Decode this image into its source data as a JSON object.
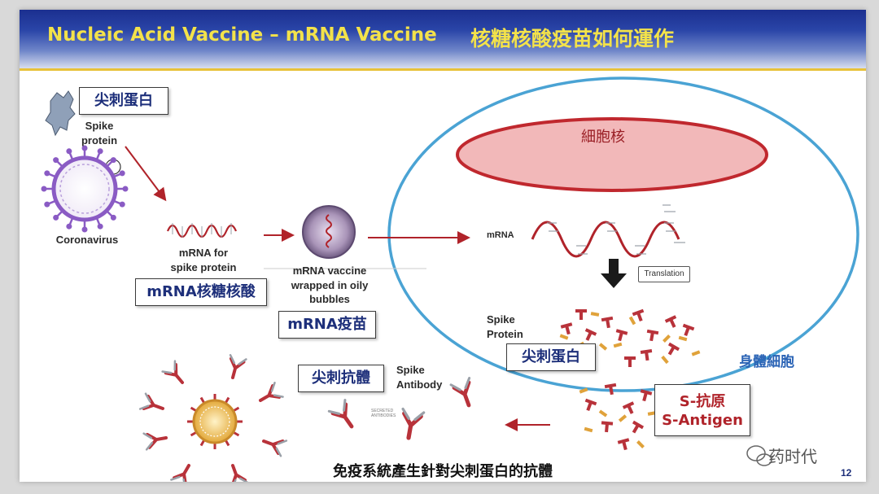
{
  "header": {
    "title_en": "Nucleic Acid Vaccine – mRNA Vaccine",
    "title_zh": "核糖核酸疫苗如何運作"
  },
  "labels": {
    "spike_box": "尖刺蛋白",
    "spike_protein": [
      "Spike",
      "protein"
    ],
    "coronavirus": "Coronavirus",
    "mrna_for": [
      "mRNA for",
      "spike protein"
    ],
    "mrna_nucleic_box": "mRNA核糖核酸",
    "mrna_vaccine": [
      "mRNA vaccine",
      "wrapped in oily",
      "bubbles"
    ],
    "mrna_vaccine_box": "mRNA疫苗",
    "nucleus": "細胞核",
    "mrna": "mRNA",
    "translation": "Translation",
    "spike_protein_cell": [
      "Spike",
      "Protein"
    ],
    "spike_box2": "尖刺蛋白",
    "body_cell": "身體細胞",
    "s_antigen": [
      "S-抗原",
      "S-Antigen"
    ],
    "spike_antibody_box": "尖刺抗體",
    "spike_antibody": [
      "Spike",
      "Antibody"
    ],
    "secreted": [
      "SECRETED",
      "ANTIBODIES"
    ],
    "caption": "免疫系統產生針對尖刺蛋白的抗體",
    "watermark": "药时代",
    "page_number": "12"
  },
  "colors": {
    "title_yellow": "#f3e24a",
    "box_text": "#1d2f7a",
    "cell_outline": "#4aa3d4",
    "nucleus_fill": "#f2b8b9",
    "nucleus_stroke": "#c0282e",
    "arrow": "#b0232a",
    "virus_purple": "#8a5bc4",
    "spike_red": "#b8323a",
    "antigen_orange": "#e0a23a"
  }
}
